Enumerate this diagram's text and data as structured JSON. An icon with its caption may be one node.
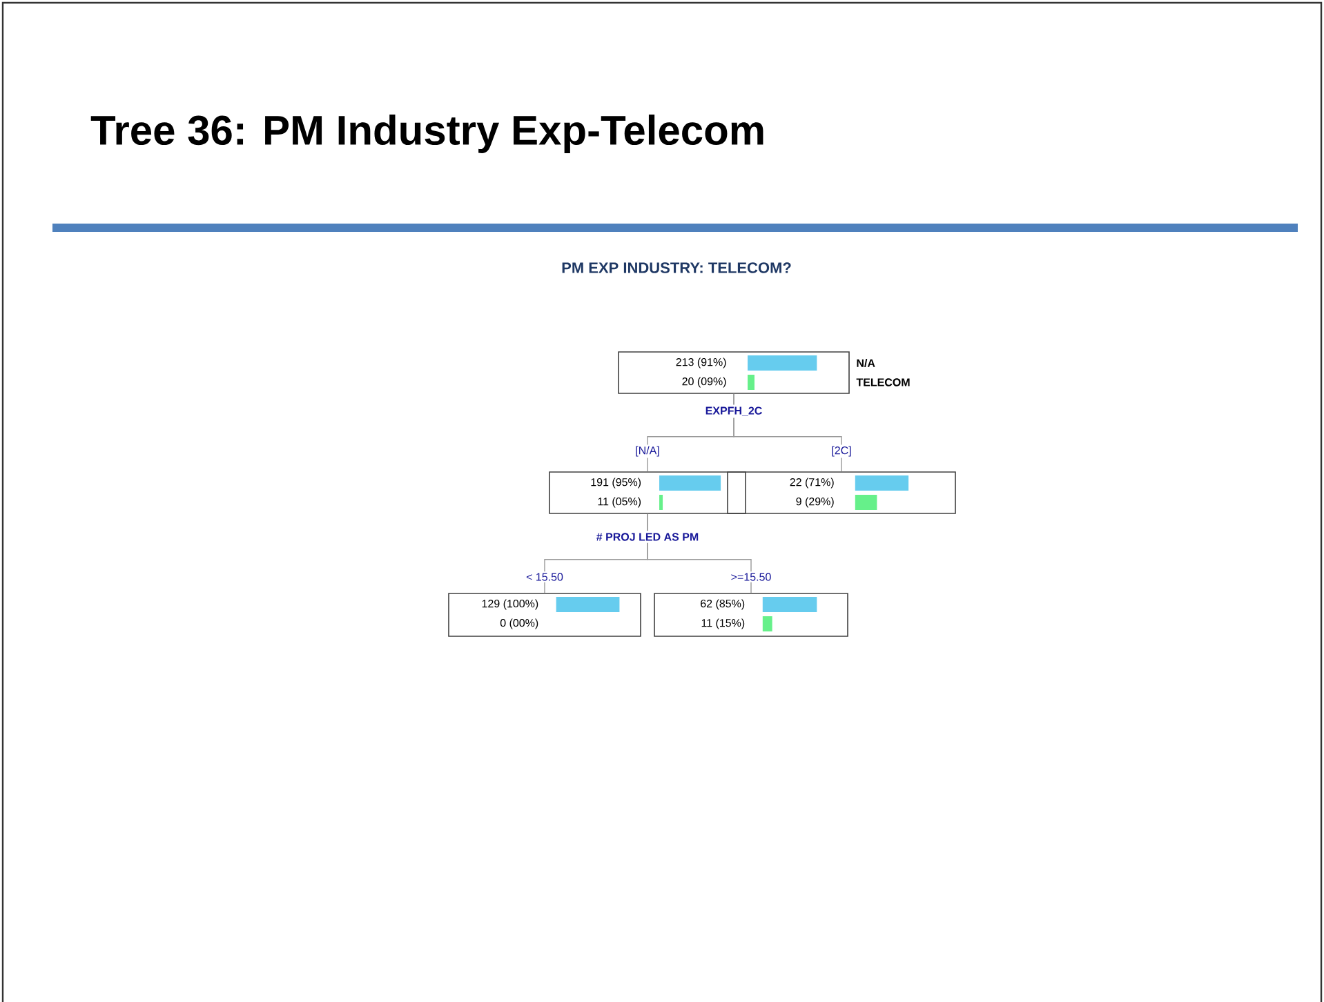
{
  "diagram": {
    "title": "Tree 36: PM Industry Exp-Telecom",
    "nodes": [
      {
        "text": [
          "213 (91%)",
          "20 (09%)"
        ],
        "beside": [
          "N/A",
          "TELECOM"
        ]
      },
      {
        "text": [
          "191 (95%)",
          "11 (05%)"
        ]
      },
      {
        "text": [
          "22 (71%)",
          "9 (29%)"
        ]
      },
      {
        "text": [
          "129 (100%)",
          "0 (00%)"
        ]
      },
      {
        "text": [
          "62 (85%)",
          "11 (15%)"
        ]
      }
    ],
    "edges": [
      {
        "from": 0,
        "to": 1,
        "arrow": "none",
        "label": "[N/A]"
      },
      {
        "from": 0,
        "to": 2,
        "arrow": "none",
        "label": "[2C]"
      },
      {
        "from": 1,
        "to": 3,
        "arrow": "none",
        "label": "< 15.50"
      },
      {
        "from": 1,
        "to": 4,
        "arrow": "none",
        "label": ">=15.50"
      }
    ],
    "labels": [
      "PM EXP INDUSTRY: TELECOM?",
      "EXPFH_2C",
      "# PROJ LED AS PM"
    ]
  }
}
